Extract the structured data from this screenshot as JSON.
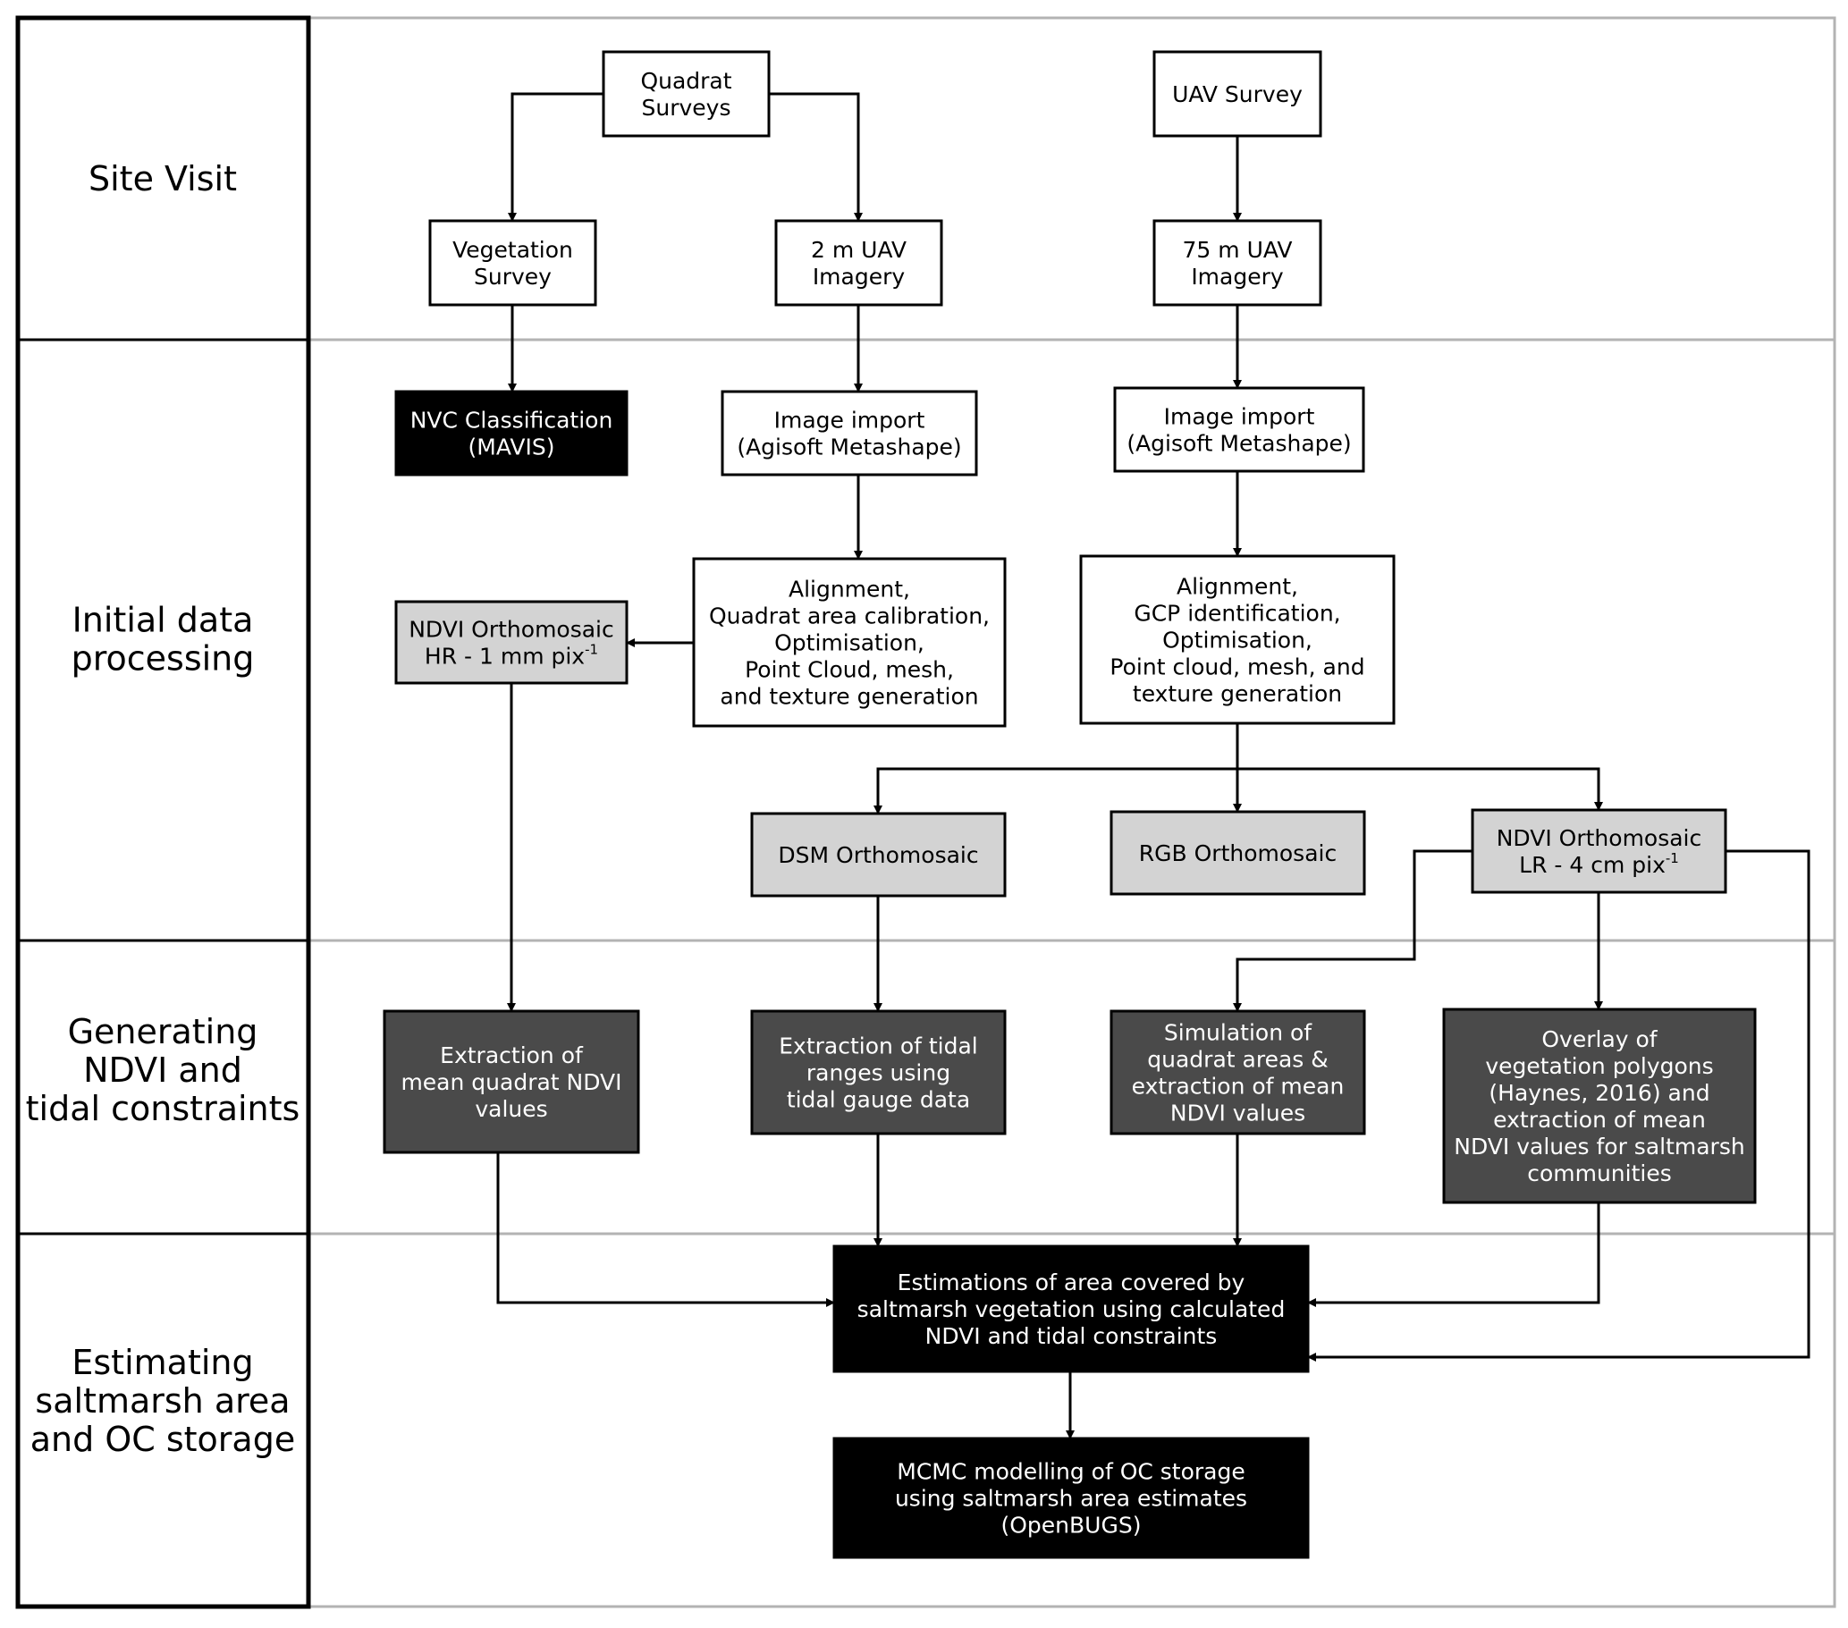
{
  "phases": [
    {
      "id": "site-visit",
      "lines": [
        "Site Visit"
      ]
    },
    {
      "id": "initial-data-processing",
      "lines": [
        "Initial data",
        "processing"
      ]
    },
    {
      "id": "generating-ndvi",
      "lines": [
        "Generating",
        "NDVI and",
        "tidal constraints"
      ]
    },
    {
      "id": "estimating-saltmarsh",
      "lines": [
        "Estimating",
        "saltmarsh area",
        "and OC storage"
      ]
    }
  ],
  "nodes": [
    {
      "id": "quadrat-surveys",
      "style": "white",
      "lines": [
        "Quadrat",
        "Surveys"
      ]
    },
    {
      "id": "uav-survey",
      "style": "white",
      "lines": [
        "UAV Survey"
      ]
    },
    {
      "id": "vegetation-survey",
      "style": "white",
      "lines": [
        "Vegetation",
        "Survey"
      ]
    },
    {
      "id": "2m-uav-imagery",
      "style": "white",
      "lines": [
        "2 m UAV",
        "Imagery"
      ]
    },
    {
      "id": "75m-uav-imagery",
      "style": "white",
      "lines": [
        "75 m UAV",
        "Imagery"
      ]
    },
    {
      "id": "nvc-classification",
      "style": "black",
      "lines": [
        "NVC Classification",
        "(MAVIS)"
      ]
    },
    {
      "id": "image-import-2m",
      "style": "white",
      "lines": [
        "Image import",
        "(Agisoft Metashape)"
      ]
    },
    {
      "id": "image-import-75m",
      "style": "white",
      "lines": [
        "Image import",
        "(Agisoft Metashape)"
      ]
    },
    {
      "id": "alignment-2m",
      "style": "white",
      "lines": [
        "Alignment,",
        "Quadrat area calibration,",
        "Optimisation,",
        "Point Cloud, mesh,",
        "and texture generation"
      ]
    },
    {
      "id": "alignment-75m",
      "style": "white",
      "lines": [
        "Alignment,",
        "GCP identification,",
        "Optimisation,",
        "Point cloud, mesh, and",
        "texture generation"
      ]
    },
    {
      "id": "ndvi-ortho-hr",
      "style": "light",
      "lines": [
        "NDVI Orthomosaic",
        "HR - 1 mm pix"
      ],
      "sup": "-1"
    },
    {
      "id": "dsm-orthomosaic",
      "style": "light",
      "lines": [
        "DSM Orthomosaic"
      ]
    },
    {
      "id": "rgb-orthomosaic",
      "style": "light",
      "lines": [
        "RGB Orthomosaic"
      ]
    },
    {
      "id": "ndvi-ortho-lr",
      "style": "light",
      "lines": [
        "NDVI Orthomosaic",
        "LR - 4 cm pix"
      ],
      "sup": "-1"
    },
    {
      "id": "extraction-quadrat-ndvi",
      "style": "dark",
      "lines": [
        "Extraction of",
        "mean quadrat NDVI",
        "values"
      ]
    },
    {
      "id": "extraction-tidal-ranges",
      "style": "dark",
      "lines": [
        "Extraction of tidal",
        "ranges using",
        "tidal gauge data"
      ]
    },
    {
      "id": "simulation-quadrat-areas",
      "style": "dark",
      "lines": [
        "Simulation of",
        "quadrat areas &",
        "extraction of mean",
        "NDVI values"
      ]
    },
    {
      "id": "overlay-vegetation-polygons",
      "style": "dark",
      "lines": [
        "Overlay of",
        "vegetation polygons",
        "(Haynes, 2016) and",
        "extraction of mean",
        "NDVI values for saltmarsh",
        "communities"
      ]
    },
    {
      "id": "estimations-area",
      "style": "black",
      "lines": [
        "Estimations of area covered by",
        "saltmarsh vegetation using calculated",
        "NDVI and tidal constraints"
      ]
    },
    {
      "id": "mcmc-modelling",
      "style": "black",
      "lines": [
        "MCMC modelling of OC storage",
        "using saltmarsh area estimates",
        "(OpenBUGS)"
      ]
    }
  ],
  "edges": [
    {
      "from": "quadrat-surveys",
      "to": "vegetation-survey"
    },
    {
      "from": "quadrat-surveys",
      "to": "2m-uav-imagery"
    },
    {
      "from": "uav-survey",
      "to": "75m-uav-imagery"
    },
    {
      "from": "vegetation-survey",
      "to": "nvc-classification"
    },
    {
      "from": "2m-uav-imagery",
      "to": "image-import-2m"
    },
    {
      "from": "75m-uav-imagery",
      "to": "image-import-75m"
    },
    {
      "from": "image-import-2m",
      "to": "alignment-2m"
    },
    {
      "from": "image-import-75m",
      "to": "alignment-75m"
    },
    {
      "from": "alignment-2m",
      "to": "ndvi-ortho-hr"
    },
    {
      "from": "alignment-75m",
      "to": "dsm-orthomosaic"
    },
    {
      "from": "alignment-75m",
      "to": "rgb-orthomosaic"
    },
    {
      "from": "alignment-75m",
      "to": "ndvi-ortho-lr"
    },
    {
      "from": "ndvi-ortho-hr",
      "to": "extraction-quadrat-ndvi"
    },
    {
      "from": "dsm-orthomosaic",
      "to": "extraction-tidal-ranges"
    },
    {
      "from": "ndvi-ortho-lr",
      "to": "simulation-quadrat-areas"
    },
    {
      "from": "ndvi-ortho-lr",
      "to": "overlay-vegetation-polygons"
    },
    {
      "from": "ndvi-ortho-lr",
      "to": "estimations-area"
    },
    {
      "from": "extraction-quadrat-ndvi",
      "to": "estimations-area"
    },
    {
      "from": "extraction-tidal-ranges",
      "to": "estimations-area"
    },
    {
      "from": "simulation-quadrat-areas",
      "to": "estimations-area"
    },
    {
      "from": "overlay-vegetation-polygons",
      "to": "estimations-area"
    },
    {
      "from": "estimations-area",
      "to": "mcmc-modelling"
    }
  ],
  "colors": {
    "white_fill": "#ffffff",
    "light_fill": "#d3d3d3",
    "dark_fill": "#4a4a4a",
    "black_fill": "#000000",
    "border": "#000000",
    "separator": "#b3b3b3"
  }
}
